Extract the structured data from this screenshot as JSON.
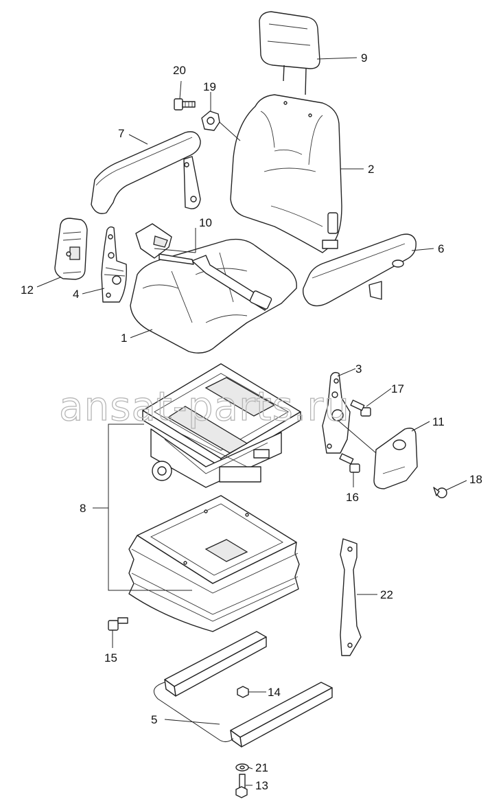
{
  "watermark": "ansat-parts.ru",
  "callouts": {
    "c1": "1",
    "c2": "2",
    "c3": "3",
    "c4": "4",
    "c5": "5",
    "c6": "6",
    "c7": "7",
    "c8": "8",
    "c9": "9",
    "c10": "10",
    "c11": "11",
    "c12": "12",
    "c13": "13",
    "c14": "14",
    "c15": "15",
    "c16": "16",
    "c17": "17",
    "c18": "18",
    "c19": "19",
    "c20": "20",
    "c21": "21",
    "c22": "22"
  }
}
